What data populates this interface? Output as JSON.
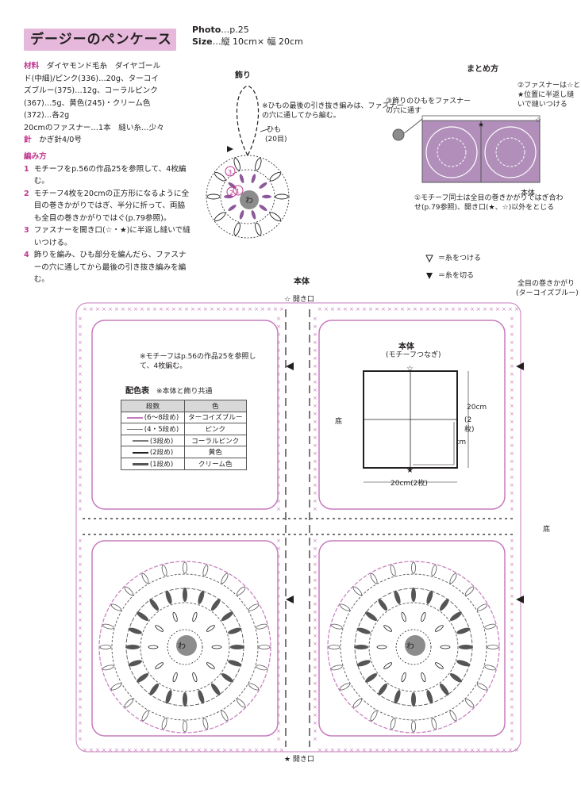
{
  "title": "デージーのペンケース",
  "photo": {
    "photo_label": "Photo",
    "photo_value": "…p.25",
    "size_label": "Size",
    "size_value": "…縦 10cm× 幅 20cm"
  },
  "materials": {
    "heading": "材料",
    "lines": [
      "ダイヤモンド毛糸　ダイヤゴール",
      "ド(中細)/ピンク(336)…20g、ターコイ",
      "ズブルー(375)…12g、コーラルピンク",
      "(367)…5g、黄色(245)・クリーム色",
      "(372)…各2g",
      "20cmのファスナー…1本　縫い糸…少々"
    ],
    "needle_heading": "針",
    "needle": "かぎ針4/0号"
  },
  "instructions": {
    "heading": "編み方",
    "steps": [
      {
        "num": "1",
        "text": "モチーフをp.56の作品25を参照して、4枚編む。"
      },
      {
        "num": "2",
        "text": "モチーフ4枚を20cmの正方形になるように全目の巻きかがりではぎ、半分に折って、両脇も全目の巻きかがりではぐ(p.79参照)。"
      },
      {
        "num": "3",
        "text": "ファスナーを開き口(☆・★)に半返し縫いで縫いつける。"
      },
      {
        "num": "4",
        "text": "飾りを編み、ひも部分を編んだら、ファスナーの穴に通してから最後の引き抜き編みを編む。"
      }
    ]
  },
  "ornament": {
    "title": "飾り",
    "note": "※ひもの最後の引き抜き編みは、ファスナーの穴に通してから編む。",
    "cord_label": "ひも",
    "cord_count": "(20目)",
    "center": "わ"
  },
  "assembly": {
    "title": "まとめ方",
    "step2": "②ファスナーは☆と★位置に半返し縫いで縫いつける",
    "step3": "③飾りのひもをファスナーの穴に通す",
    "body_label": "本体",
    "step1": "①モチーフ同士は全目の巻きかがりではぎ合わせ(p.79参照)、開き口(★、☆)以外をとじる"
  },
  "legend": {
    "attach": "＝糸をつける",
    "cut": "＝糸を切る"
  },
  "main_diagram": {
    "title": "本体",
    "seam_label": "全目の巻きかがり",
    "seam_color": "(ターコイズブルー)",
    "opening_top": "☆ 開き口",
    "opening_bottom": "★ 開き口",
    "bottom_label": "底",
    "motif_note": "※モチーフはp.56の作品25を参照して、4枚編む。",
    "center": "わ"
  },
  "color_table": {
    "title": "配色表",
    "subtitle": "※本体と飾り共通",
    "headers": [
      "段数",
      "色"
    ],
    "rows": [
      {
        "rounds": "(6〜8段め)",
        "color": "ターコイズブルー",
        "swatch": "#c77bbd"
      },
      {
        "rounds": "(4・5段め)",
        "color": "ピンク",
        "swatch": "#7a7a7a"
      },
      {
        "rounds": "(3段め)",
        "color": "コーラルピンク",
        "swatch": "#7a7a7a"
      },
      {
        "rounds": "(2段め)",
        "color": "黄色",
        "swatch": "#231f20"
      },
      {
        "rounds": "(1段め)",
        "color": "クリーム色",
        "swatch": "#555555"
      }
    ]
  },
  "schematic": {
    "title": "本体",
    "subtitle": "(モチーフつなぎ)",
    "bottom_label": "底",
    "height_label": "20cm",
    "height_count": "(2枚)",
    "inner_height": "10cm",
    "inner_width": "10cm",
    "width_label": "20cm(2枚)"
  },
  "colors": {
    "pink_accent": "#c0388f",
    "motif_pink": "#c77bbd",
    "title_bg": "#e6b8dc",
    "purple_fill": "#9a7aa6"
  }
}
